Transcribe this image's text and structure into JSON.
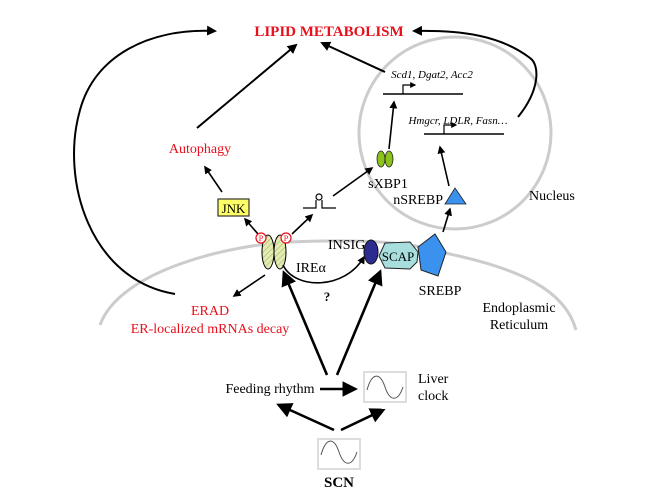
{
  "title": "LIPID METABOLISM",
  "nodes": {
    "lipid_metabolism": "LIPID METABOLISM",
    "autophagy": "Autophagy",
    "jnk": "JNK",
    "erad": "ERAD",
    "er_mrna_decay": "ER-localized mRNAs decay",
    "ire_alpha": "IREα",
    "question": "?",
    "insig": "INSIG",
    "scap": "SCAP",
    "srebp": "SREBP",
    "nsrebp": "nSREBP",
    "sxbp1": "sXBP1",
    "genes_xbp1": "Scd1, Dgat2, Acc2",
    "genes_srebp": "Hmgcr, LDLR, Fasn…",
    "nucleus": "Nucleus",
    "er_line1": "Endoplasmic",
    "er_line2": "Reticulum",
    "feeding_rhythm": "Feeding rhythm",
    "liver_line1": "Liver",
    "liver_line2": "clock",
    "scn": "SCN",
    "phospho": "P"
  },
  "colors": {
    "highlight_text": "#e8101c",
    "jnk_fill": "#ffff66",
    "ire_fill": "#e4ecb4",
    "xbp1_fill": "#8cc21c",
    "insig_fill": "#2b2b90",
    "scap_fill": "#a9dede",
    "srebp_fill": "#3a92ee",
    "membrane": "#cccccc"
  }
}
